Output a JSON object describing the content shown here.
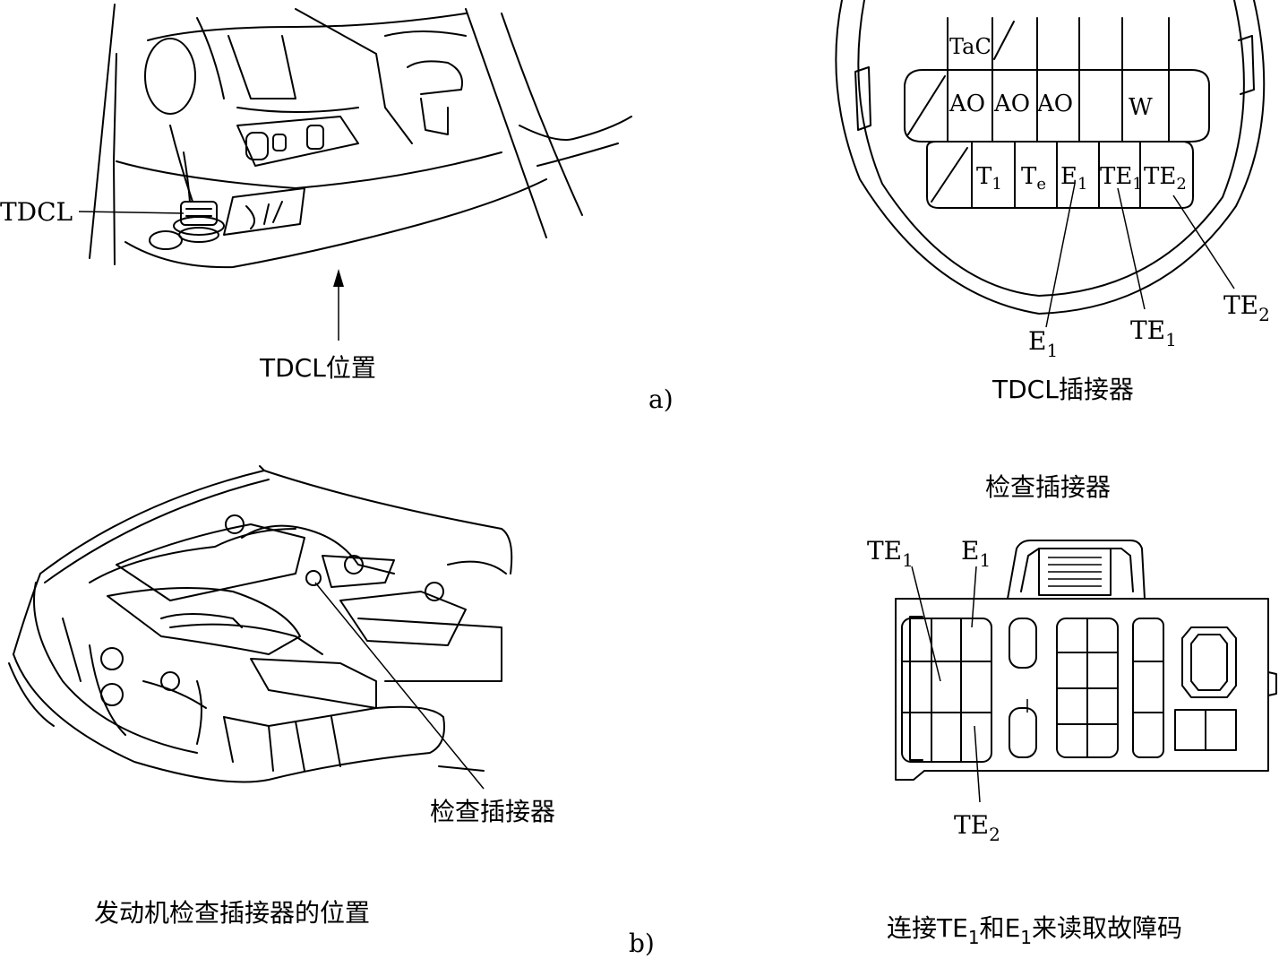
{
  "panel_a": {
    "tdcl_label": "TDCL",
    "location_caption": "TDCL位置",
    "panel_letter": "a)",
    "connector_caption": "TDCL插接器",
    "pins_top": [
      "TaC",
      "AO",
      "AO",
      "AO",
      "W"
    ],
    "pins_bottom": [
      {
        "main": "T",
        "sub": "1"
      },
      {
        "main": "T",
        "sub": "e"
      },
      {
        "main": "E",
        "sub": "1"
      },
      {
        "main": "TE",
        "sub": "1"
      },
      {
        "main": "TE",
        "sub": "2"
      }
    ],
    "callouts": [
      {
        "main": "E",
        "sub": "1"
      },
      {
        "main": "TE",
        "sub": "1"
      },
      {
        "main": "TE",
        "sub": "2"
      }
    ]
  },
  "panel_b": {
    "connector_title": "检查插接器",
    "engine_callout": "检查插接器",
    "engine_caption": "发动机检查插接器的位置",
    "panel_letter": "b)",
    "pin_labels": [
      {
        "main": "TE",
        "sub": "1"
      },
      {
        "main": "E",
        "sub": "1"
      },
      {
        "main": "TE",
        "sub": "2"
      }
    ],
    "instruction": {
      "prefix": "连接",
      "p1_main": "TE",
      "p1_sub": "1",
      "mid": "和",
      "p2_main": "E",
      "p2_sub": "1",
      "suffix": "来读取故障码"
    }
  }
}
